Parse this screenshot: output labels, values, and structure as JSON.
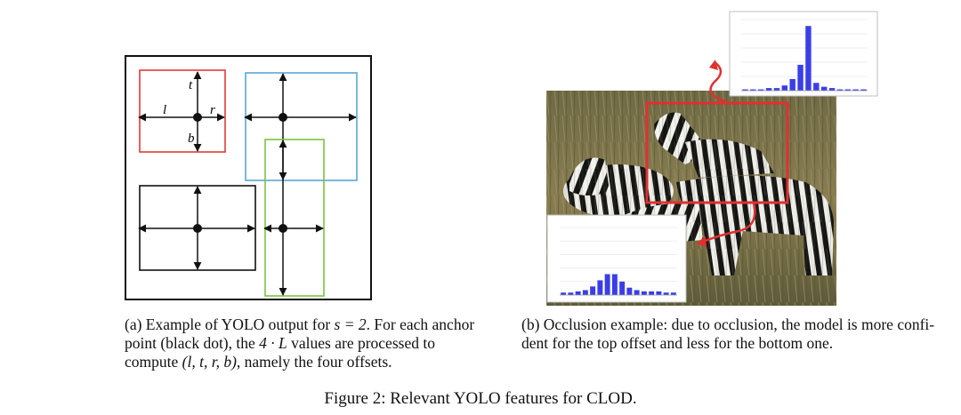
{
  "panel_a": {
    "labels": {
      "top": "t",
      "left": "l",
      "right": "r",
      "bottom": "b"
    },
    "box_colors": {
      "red": "#dd3b3b",
      "blue": "#5aa7d6",
      "green": "#7cc142",
      "black": "#111111"
    }
  },
  "panel_b": {
    "histogram_top": {
      "values": [
        0.01,
        0.01,
        0.01,
        0.02,
        0.02,
        0.04,
        0.09,
        0.2,
        0.5,
        0.06,
        0.03,
        0.02,
        0.01,
        0.01,
        0.01,
        0.01
      ],
      "bar_color": "#3a3ee8"
    },
    "histogram_bottom": {
      "values": [
        0.02,
        0.02,
        0.03,
        0.04,
        0.07,
        0.12,
        0.17,
        0.17,
        0.11,
        0.06,
        0.04,
        0.03,
        0.03,
        0.03,
        0.02,
        0.02
      ],
      "bar_color": "#3a3ee8"
    },
    "highlight_color": "#e03030"
  },
  "caption_a": {
    "line1_pre": "(a) Example of YOLO output for ",
    "line1_math": "s = 2",
    "line1_post": ". For each anchor",
    "line2_pre": "point (black dot), the ",
    "line2_math": "4 · L",
    "line2_post": " values are processed to",
    "line3_pre": "compute ",
    "line3_math": "(l, t, r, b)",
    "line3_post": ", namely the four offsets."
  },
  "caption_b": {
    "line1": "(b) Occlusion example: due to occlusion, the model is more confi-",
    "line2": "dent for the top offset and less for the bottom one."
  },
  "figure_caption": "Figure 2: Relevant YOLO features for CLOD."
}
